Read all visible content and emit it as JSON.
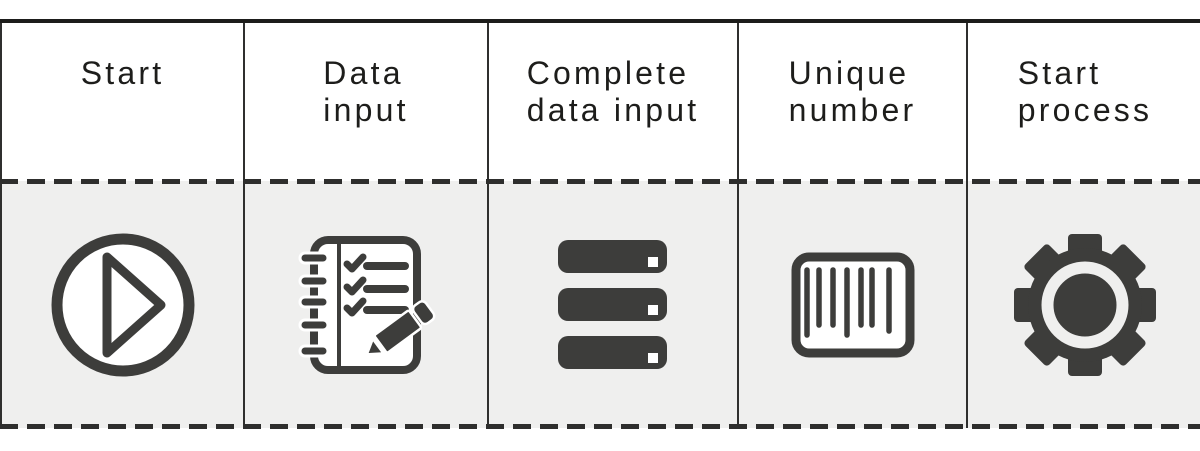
{
  "diagram": {
    "type": "process-steps-table",
    "columns": [
      {
        "id": "start",
        "lines": [
          "Start",
          ""
        ],
        "icon": "play-icon"
      },
      {
        "id": "data-input",
        "lines": [
          "Data",
          "input"
        ],
        "icon": "notebook-checklist-icon"
      },
      {
        "id": "complete-data-input",
        "lines": [
          "Complete",
          "data input"
        ],
        "icon": "server-stack-icon"
      },
      {
        "id": "unique-number",
        "lines": [
          "Unique",
          "number"
        ],
        "icon": "barcode-icon"
      },
      {
        "id": "start-process",
        "lines": [
          "Start",
          "process"
        ],
        "icon": "gear-icon"
      }
    ],
    "colors": {
      "ink": "#1d1d1b",
      "icon_fill": "#3d3d3b",
      "panel_background": "#efefee",
      "header_background": "#ffffff",
      "rule_dark": "#1d1d1b",
      "rule_dashed": "#2e2e2d",
      "column_border": "#2f2f2e"
    }
  }
}
